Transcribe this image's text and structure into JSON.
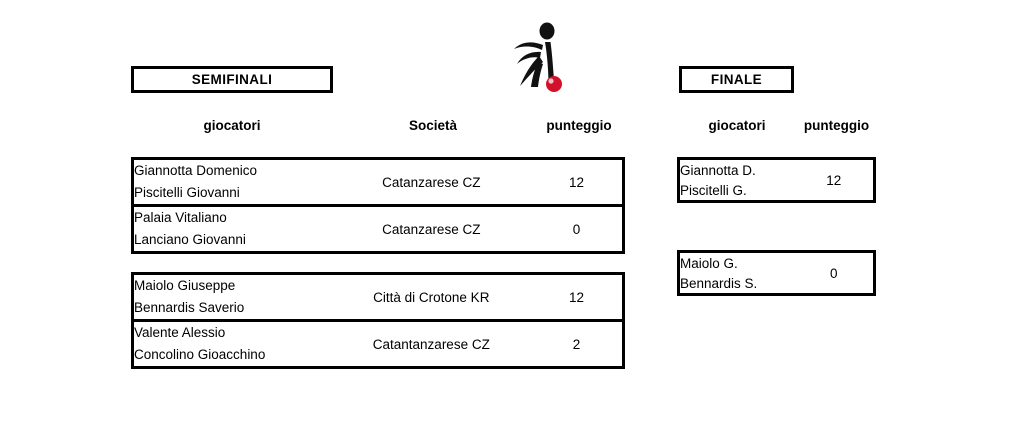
{
  "sections": {
    "semifinali": {
      "title": "SEMIFINALI",
      "headers": {
        "players": "giocatori",
        "society": "Società",
        "score": "punteggio"
      },
      "matches": [
        {
          "teams": [
            {
              "players": [
                "Giannotta Domenico",
                "Piscitelli Giovanni"
              ],
              "society": "Catanzarese CZ",
              "score": "12"
            },
            {
              "players": [
                "Palaia Vitaliano",
                "Lanciano Giovanni"
              ],
              "society": "Catanzarese CZ",
              "score": "0"
            }
          ]
        },
        {
          "teams": [
            {
              "players": [
                "Maiolo Giuseppe",
                "Bennardis Saverio"
              ],
              "society": "Città di Crotone KR",
              "score": "12"
            },
            {
              "players": [
                "Valente Alessio",
                "Concolino Gioacchino"
              ],
              "society": "Catantanzarese CZ",
              "score": "2"
            }
          ]
        }
      ]
    },
    "finale": {
      "title": "FINALE",
      "headers": {
        "players": "giocatori",
        "score": "punteggio"
      },
      "teams": [
        {
          "players": [
            "Giannotta D.",
            "Piscitelli G."
          ],
          "score": "12"
        },
        {
          "players": [
            "Maiolo G.",
            "Bennardis S."
          ],
          "score": "0"
        }
      ]
    }
  },
  "logo": {
    "name": "bocce-player-logo",
    "figure_color": "#111111",
    "ball_color": "#D2112A",
    "background_color": "#FFFFFF"
  }
}
